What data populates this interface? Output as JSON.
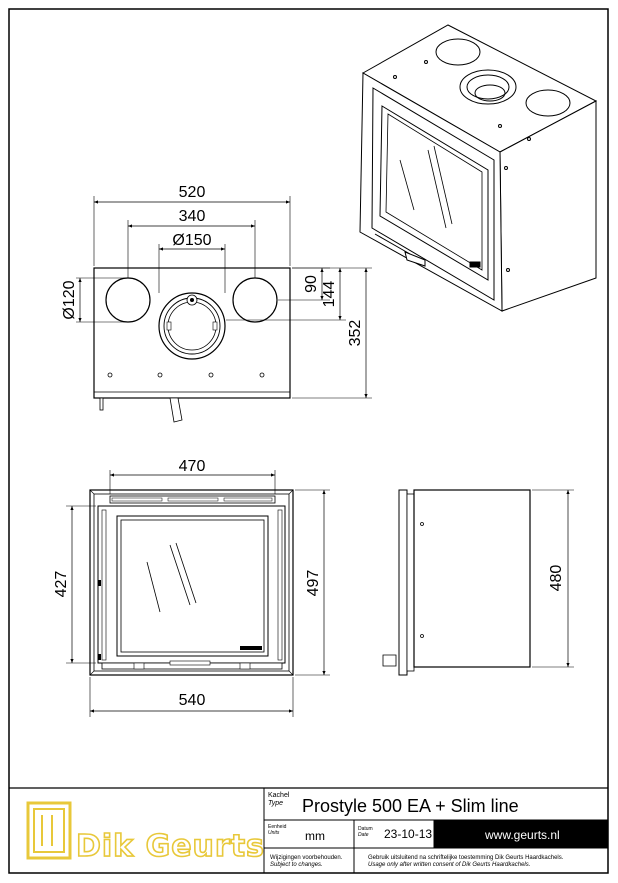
{
  "drawing": {
    "front_view": {
      "width": "520",
      "hole_spacing": "340",
      "flue_diameter": "Ø150",
      "vent_diameter": "Ø120",
      "offset_90": "90",
      "offset_144": "144",
      "height": "352"
    },
    "door_view": {
      "inner_width": "470",
      "outer_width": "540",
      "inner_height": "427",
      "outer_height": "497"
    },
    "side_view": {
      "depth": "480"
    }
  },
  "title_block": {
    "brand": "Dik Geurts",
    "type_label": "Kachel",
    "type_label_en": "Type",
    "product": "Prostyle 500 EA + Slim line",
    "units_label": "Eenheid",
    "units_label_en": "Units",
    "units": "mm",
    "date_label": "Datum",
    "date_label_en": "Date",
    "date": "23-10-13",
    "website": "www.geurts.nl",
    "changes_nl": "Wijzigingen voorbehouden.",
    "changes_en": "Subject to changes.",
    "consent_nl": "Gebruik uitsluitend na schriftelijke toestemming Dik Geurts Haardkachels.",
    "consent_en": "Usage only after written consent of Dik Geurts Haardkachels."
  }
}
